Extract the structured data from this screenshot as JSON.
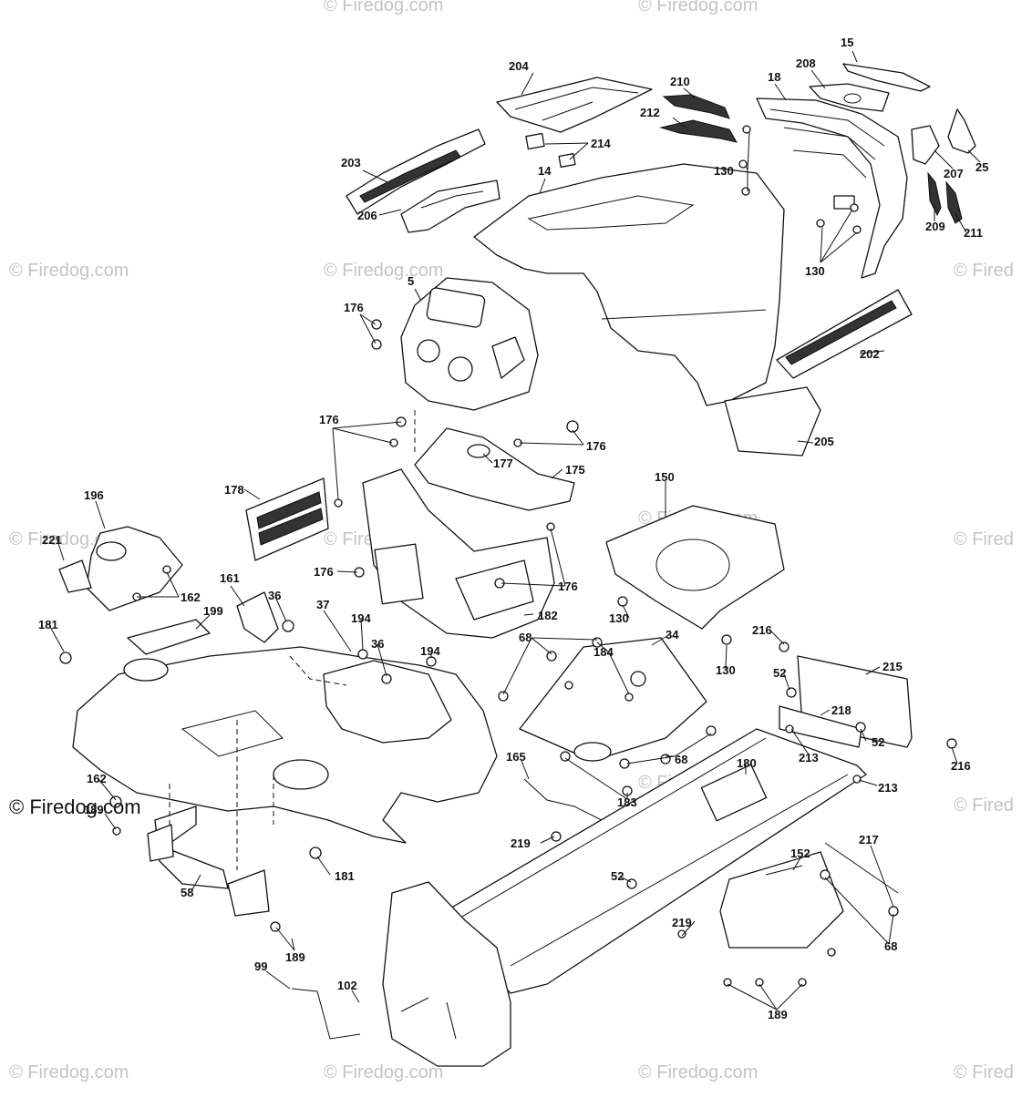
{
  "brand": {
    "text": "© Firedog.com"
  },
  "watermark": {
    "text": "© Firedog.com",
    "partial": "© Fired"
  },
  "callouts": {
    "c15": "15",
    "c204": "204",
    "c208": "208",
    "c210": "210",
    "c18": "18",
    "c212": "212",
    "c214": "214",
    "c203": "203",
    "c14": "14",
    "c130a": "130",
    "c207": "207",
    "c25": "25",
    "c206": "206",
    "c209": "209",
    "c211": "211",
    "c130b": "130",
    "c5": "5",
    "c176a": "176",
    "c202": "202",
    "c176b": "176",
    "c176c": "176",
    "c205": "205",
    "c177": "177",
    "c175": "175",
    "c150": "150",
    "c178": "178",
    "c196": "196",
    "c221": "221",
    "c176d": "176",
    "c176e": "176",
    "c161": "161",
    "c36a": "36",
    "c162a": "162",
    "c199": "199",
    "c130c": "130",
    "c182": "182",
    "c181a": "181",
    "c37": "37",
    "c194a": "194",
    "c68a": "68",
    "c34": "34",
    "c216a": "216",
    "c36b": "36",
    "c194b": "194",
    "c184": "184",
    "c130d": "130",
    "c52a": "52",
    "c215": "215",
    "c218": "218",
    "c52b": "52",
    "c68b": "68",
    "c180": "180",
    "c213a": "213",
    "c216b": "216",
    "c165": "165",
    "c162b": "162",
    "c213b": "213",
    "c183": "183",
    "c189a": "189",
    "c219a": "219",
    "c217": "217",
    "c152": "152",
    "c181b": "181",
    "c52c": "52",
    "c58": "58",
    "c219b": "219",
    "c68c": "68",
    "c189b": "189",
    "c99": "99",
    "c102": "102",
    "c189c": "189"
  }
}
